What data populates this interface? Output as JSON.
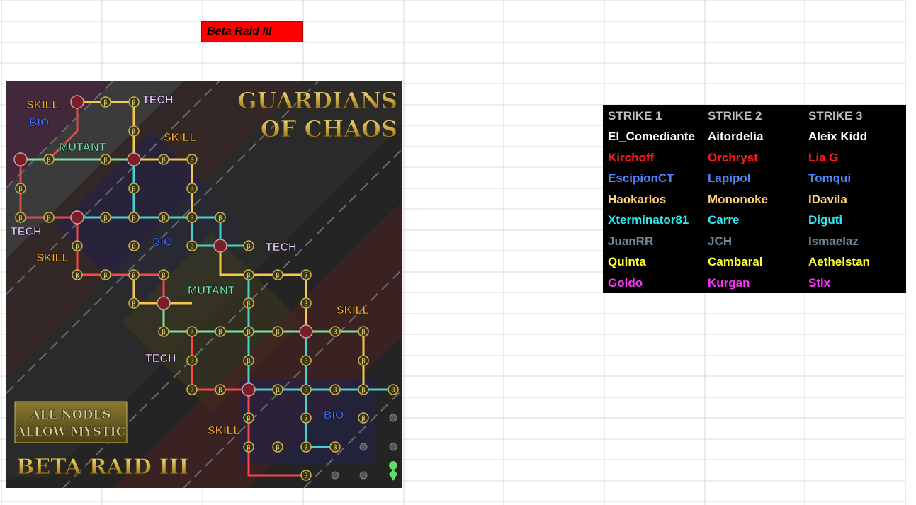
{
  "banner": {
    "title": "Beta Raid III"
  },
  "map": {
    "title_line1": "GUARDIANS",
    "title_line2": "OF CHAOS",
    "mystic_line1": "ALL NODES",
    "mystic_line2": "ALLOW MYSTIC",
    "footer": "BETA RAID III",
    "node_symbol": "β",
    "zones": [
      {
        "text": "SKILL",
        "color": "#f5a623"
      },
      {
        "text": "BIO",
        "color": "#3d6cff"
      },
      {
        "text": "TECH",
        "color": "#e9c9ff"
      },
      {
        "text": "SKILL",
        "color": "#f5a623"
      },
      {
        "text": "MUTANT",
        "color": "#6fe0b0"
      },
      {
        "text": "TECH",
        "color": "#e9c9ff"
      },
      {
        "text": "BIO",
        "color": "#3d6cff"
      },
      {
        "text": "SKILL",
        "color": "#f5a623"
      },
      {
        "text": "TECH",
        "color": "#e9c9ff"
      },
      {
        "text": "MUTANT",
        "color": "#6fe0b0"
      },
      {
        "text": "SKILL",
        "color": "#f5a623"
      },
      {
        "text": "TECH",
        "color": "#e9c9ff"
      },
      {
        "text": "BIO",
        "color": "#3d6cff"
      },
      {
        "text": "SKILL",
        "color": "#f5a623"
      }
    ]
  },
  "roster": {
    "headers": [
      "STRIKE 1",
      "STRIKE 2",
      "STRIKE 3"
    ],
    "rows": [
      {
        "color": "#ffffff",
        "cells": [
          "El_Comediante",
          "Aitordelia",
          "Aleix Kidd"
        ]
      },
      {
        "color": "#ff1a1a",
        "cells": [
          "Kirchoff",
          "Orchryst",
          "Lia G"
        ]
      },
      {
        "color": "#4f86f7",
        "cells": [
          "EscipionCT",
          "Lapipol",
          "Tomqui"
        ]
      },
      {
        "color": "#ffd27a",
        "cells": [
          "Haokarlos",
          "Mononoke",
          "IDavila"
        ]
      },
      {
        "color": "#33e6f0",
        "cells": [
          "Xterminator81",
          "Carre",
          "Diguti"
        ]
      },
      {
        "color": "#6f8a9c",
        "cells": [
          "JuanRR",
          "JCH",
          "Ismaelaz"
        ]
      },
      {
        "color": "#ffff33",
        "cells": [
          "Quinta",
          "Cambaral",
          "Aethelstan"
        ]
      },
      {
        "color": "#ff33ff",
        "cells": [
          "Goldo",
          "Kurgan",
          "Stix"
        ]
      }
    ]
  }
}
